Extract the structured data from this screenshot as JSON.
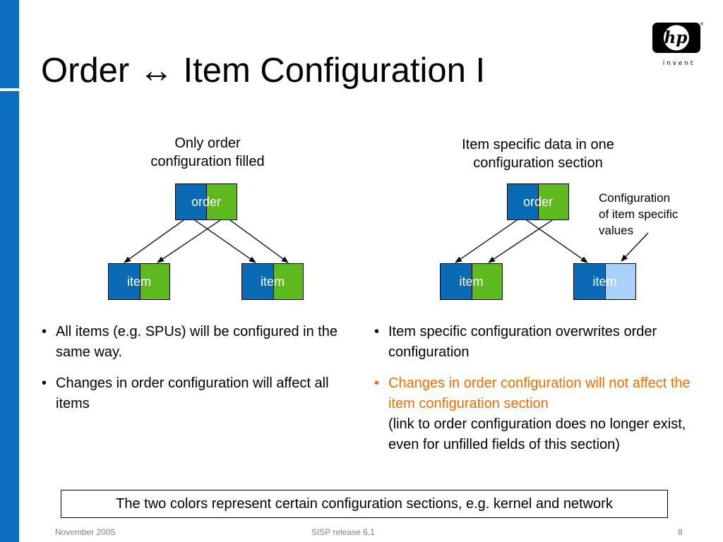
{
  "slide": {
    "title_left": "Order",
    "title_arrow": "↔",
    "title_right": "Item Configuration I",
    "logo": {
      "brand": "hp",
      "tagline": "i n v e n t",
      "registered": "®"
    }
  },
  "left": {
    "caption": [
      "Only order",
      "configuration filled"
    ],
    "order_label": "order",
    "item1_label": "item",
    "item2_label": "item",
    "bullets": [
      "All items (e.g. SPUs) will be configured in the same way.",
      "Changes in order configuration will affect all items"
    ]
  },
  "right": {
    "caption": [
      "Item specific data in one",
      "configuration section"
    ],
    "order_label": "order",
    "item1_label": "item",
    "item2_label": "item",
    "note": [
      "Configuration",
      "of item specific",
      "values"
    ],
    "bullet1": "Item specific configuration overwrites order configuration",
    "bullet2_highlight": "Changes in order configuration will not affect the item configuration section",
    "bullet2_rest": "(link to order configuration does no longer exist, even for unfilled fields of this section)"
  },
  "footer": {
    "box_text": "The two colors represent certain configuration sections, e.g. kernel and network",
    "date": "November 2005",
    "release": "SISP release 6.1",
    "page": "8"
  },
  "colors": {
    "sidebar": "#0b6fbf",
    "blue_section": "#0a6ab3",
    "green_section": "#5fba20",
    "item_specific": "#a9d2fa",
    "highlight_text": "#f06c00"
  }
}
